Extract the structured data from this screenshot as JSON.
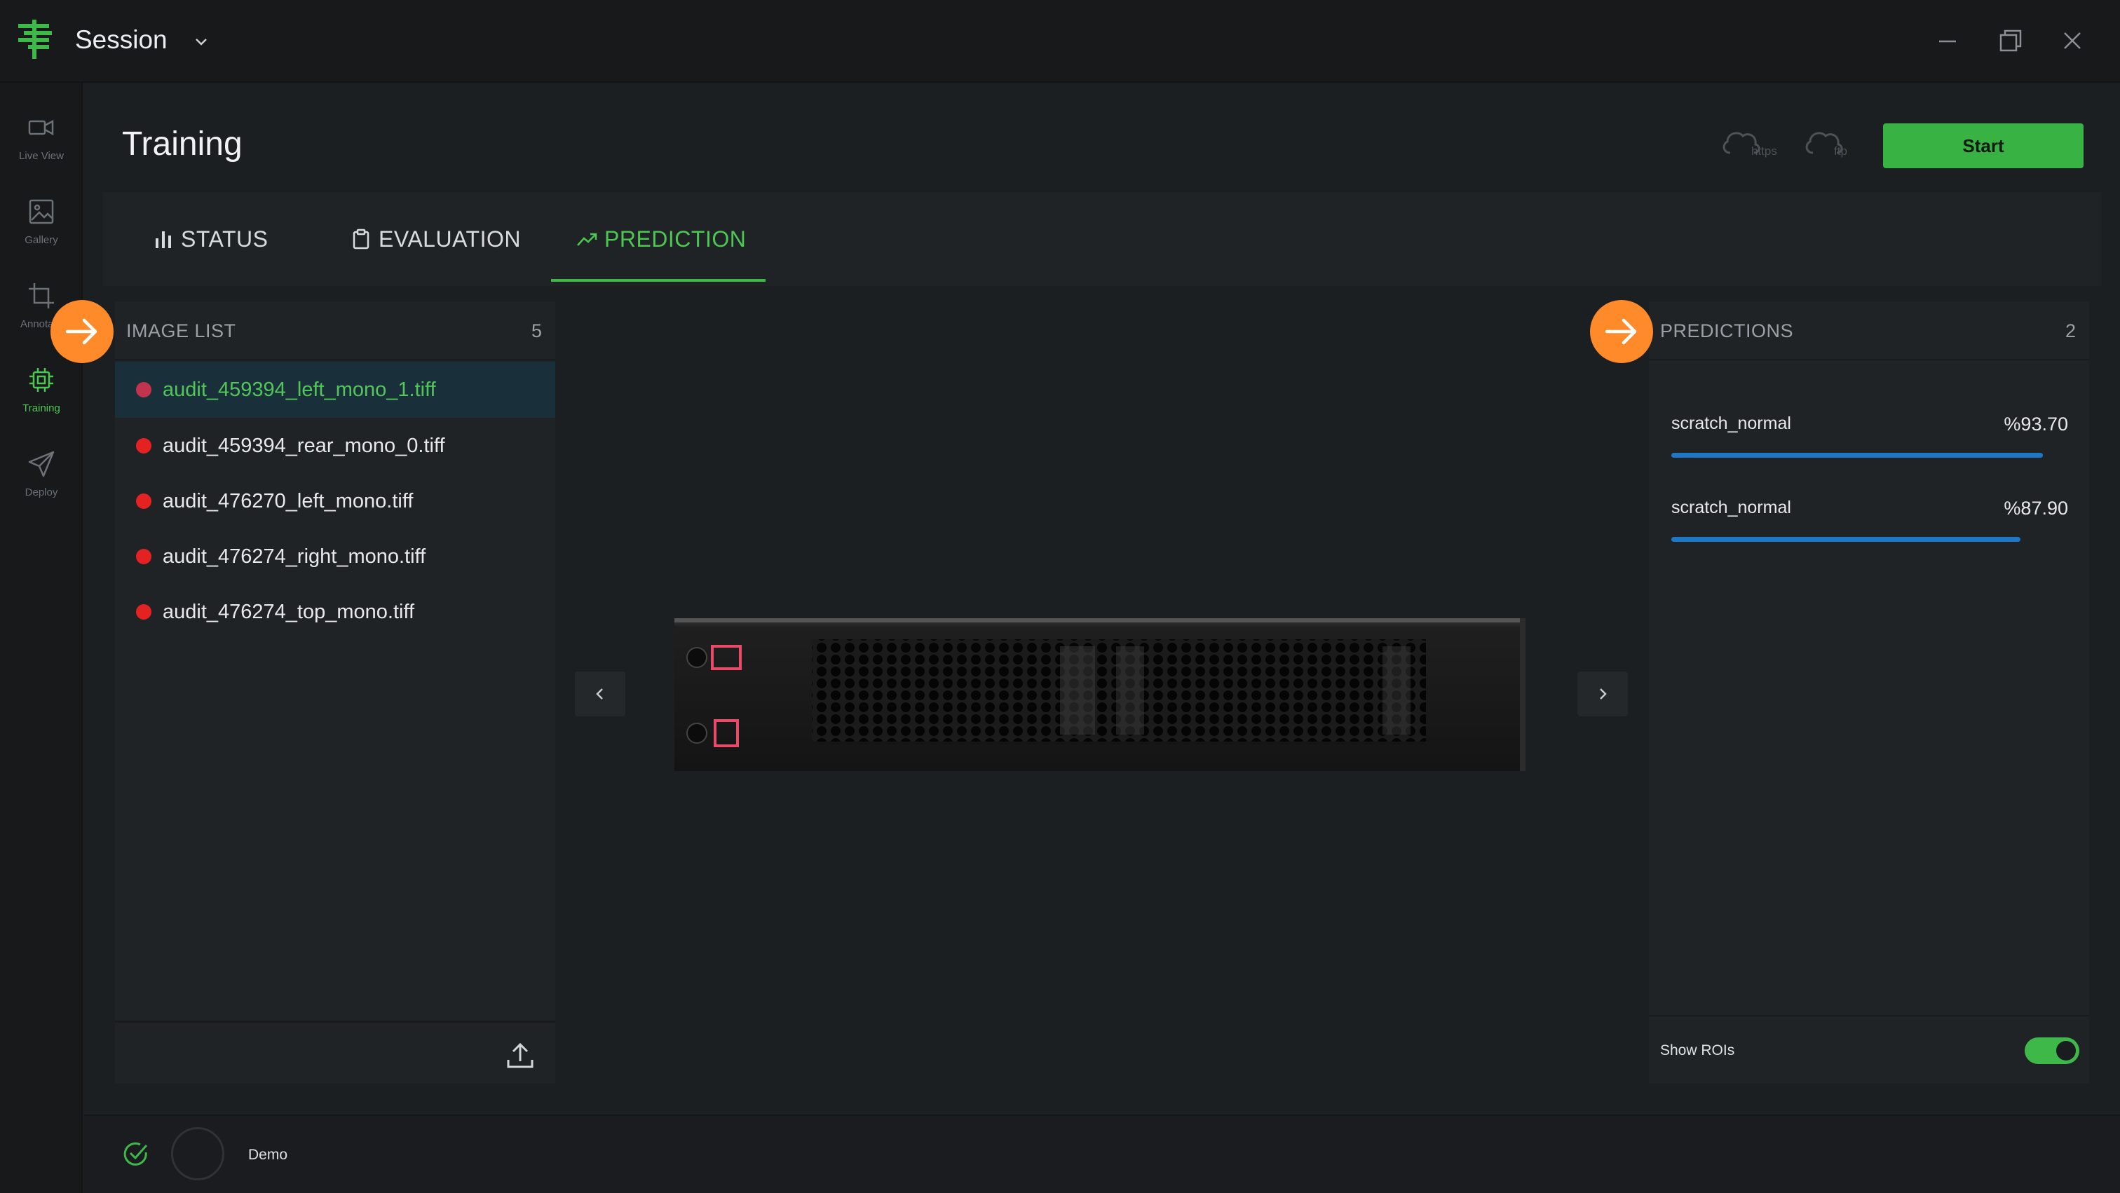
{
  "app": {
    "title": "Session"
  },
  "sidebar": {
    "items": [
      {
        "label": "Live View",
        "icon": "video-camera-icon",
        "active": false
      },
      {
        "label": "Gallery",
        "icon": "image-icon",
        "active": false
      },
      {
        "label": "Annotate",
        "icon": "crop-icon",
        "active": false
      },
      {
        "label": "Training",
        "icon": "chip-icon",
        "active": true
      },
      {
        "label": "Deploy",
        "icon": "send-icon",
        "active": false
      }
    ]
  },
  "header": {
    "title": "Training",
    "cloud_https": "https",
    "cloud_ftp": "ftp",
    "start_label": "Start"
  },
  "tabs": [
    {
      "label": "STATUS",
      "icon": "bar-chart-icon",
      "active": false
    },
    {
      "label": "EVALUATION",
      "icon": "clipboard-icon",
      "active": false
    },
    {
      "label": "PREDICTION",
      "icon": "trend-up-icon",
      "active": true
    }
  ],
  "image_list": {
    "title": "IMAGE LIST",
    "count": "5",
    "items": [
      {
        "name": "audit_459394_left_mono_1.tiff",
        "selected": true
      },
      {
        "name": "audit_459394_rear_mono_0.tiff",
        "selected": false
      },
      {
        "name": "audit_476270_left_mono.tiff",
        "selected": false
      },
      {
        "name": "audit_476274_right_mono.tiff",
        "selected": false
      },
      {
        "name": "audit_476274_top_mono.tiff",
        "selected": false
      }
    ]
  },
  "predictions": {
    "title": "PREDICTIONS",
    "count": "2",
    "items": [
      {
        "label": "scratch_normal",
        "value": "%93.70",
        "fraction": 0.937
      },
      {
        "label": "scratch_normal",
        "value": "%87.90",
        "fraction": 0.879
      }
    ],
    "show_rois_label": "Show ROIs",
    "show_rois": true
  },
  "footer": {
    "label": "Demo"
  },
  "colors": {
    "accent": "#3fb84a",
    "status_dot": "#e52222",
    "badge": "#ff8a2a",
    "bar": "#1e78c8"
  }
}
